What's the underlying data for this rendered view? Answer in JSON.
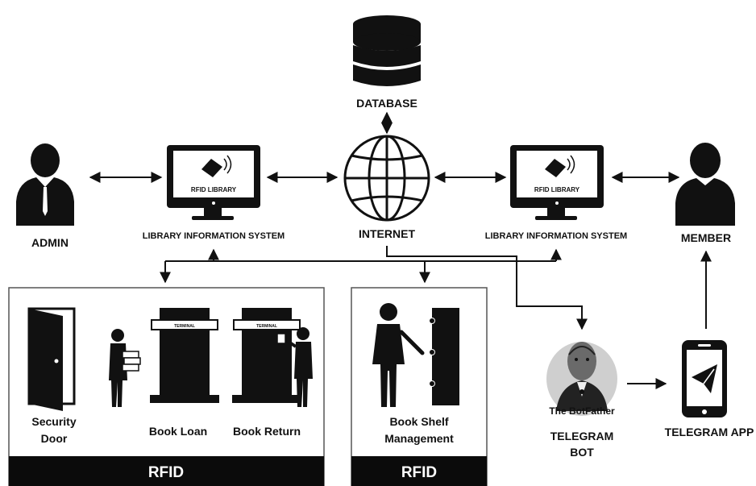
{
  "labels": {
    "database": "DATABASE",
    "admin": "ADMIN",
    "lis_left": "LIBRARY INFORMATION SYSTEM",
    "internet": "INTERNET",
    "lis_right": "LIBRARY INFORMATION SYSTEM",
    "member": "MEMBER",
    "screen_left": "RFID LIBRARY",
    "screen_right": "RFID LIBRARY",
    "security_door_line1": "Security",
    "security_door_line2": "Door",
    "book_loan": "Book Loan",
    "book_return": "Book Return",
    "terminal_left": "TERMINAL",
    "terminal_right": "TERMINAL",
    "shelf_line1": "Book Shelf",
    "shelf_line2": "Management",
    "rfid_left": "RFID",
    "rfid_right": "RFID",
    "telegram_bot_line1": "TELEGRAM",
    "telegram_bot_line2": "BOT",
    "botfather": "The BotFather",
    "telegram_app": "TELEGRAM APP"
  },
  "colors": {
    "ink": "#111111",
    "bar": "#0b0b0b",
    "panel_border": "#555555",
    "background": "#ffffff"
  },
  "icons": [
    "database-icon",
    "admin-person-icon",
    "monitor-icon",
    "globe-icon",
    "member-person-icon",
    "door-icon",
    "book-loan-icon",
    "book-return-icon",
    "bookshelf-icon",
    "botfather-icon",
    "smartphone-icon"
  ]
}
